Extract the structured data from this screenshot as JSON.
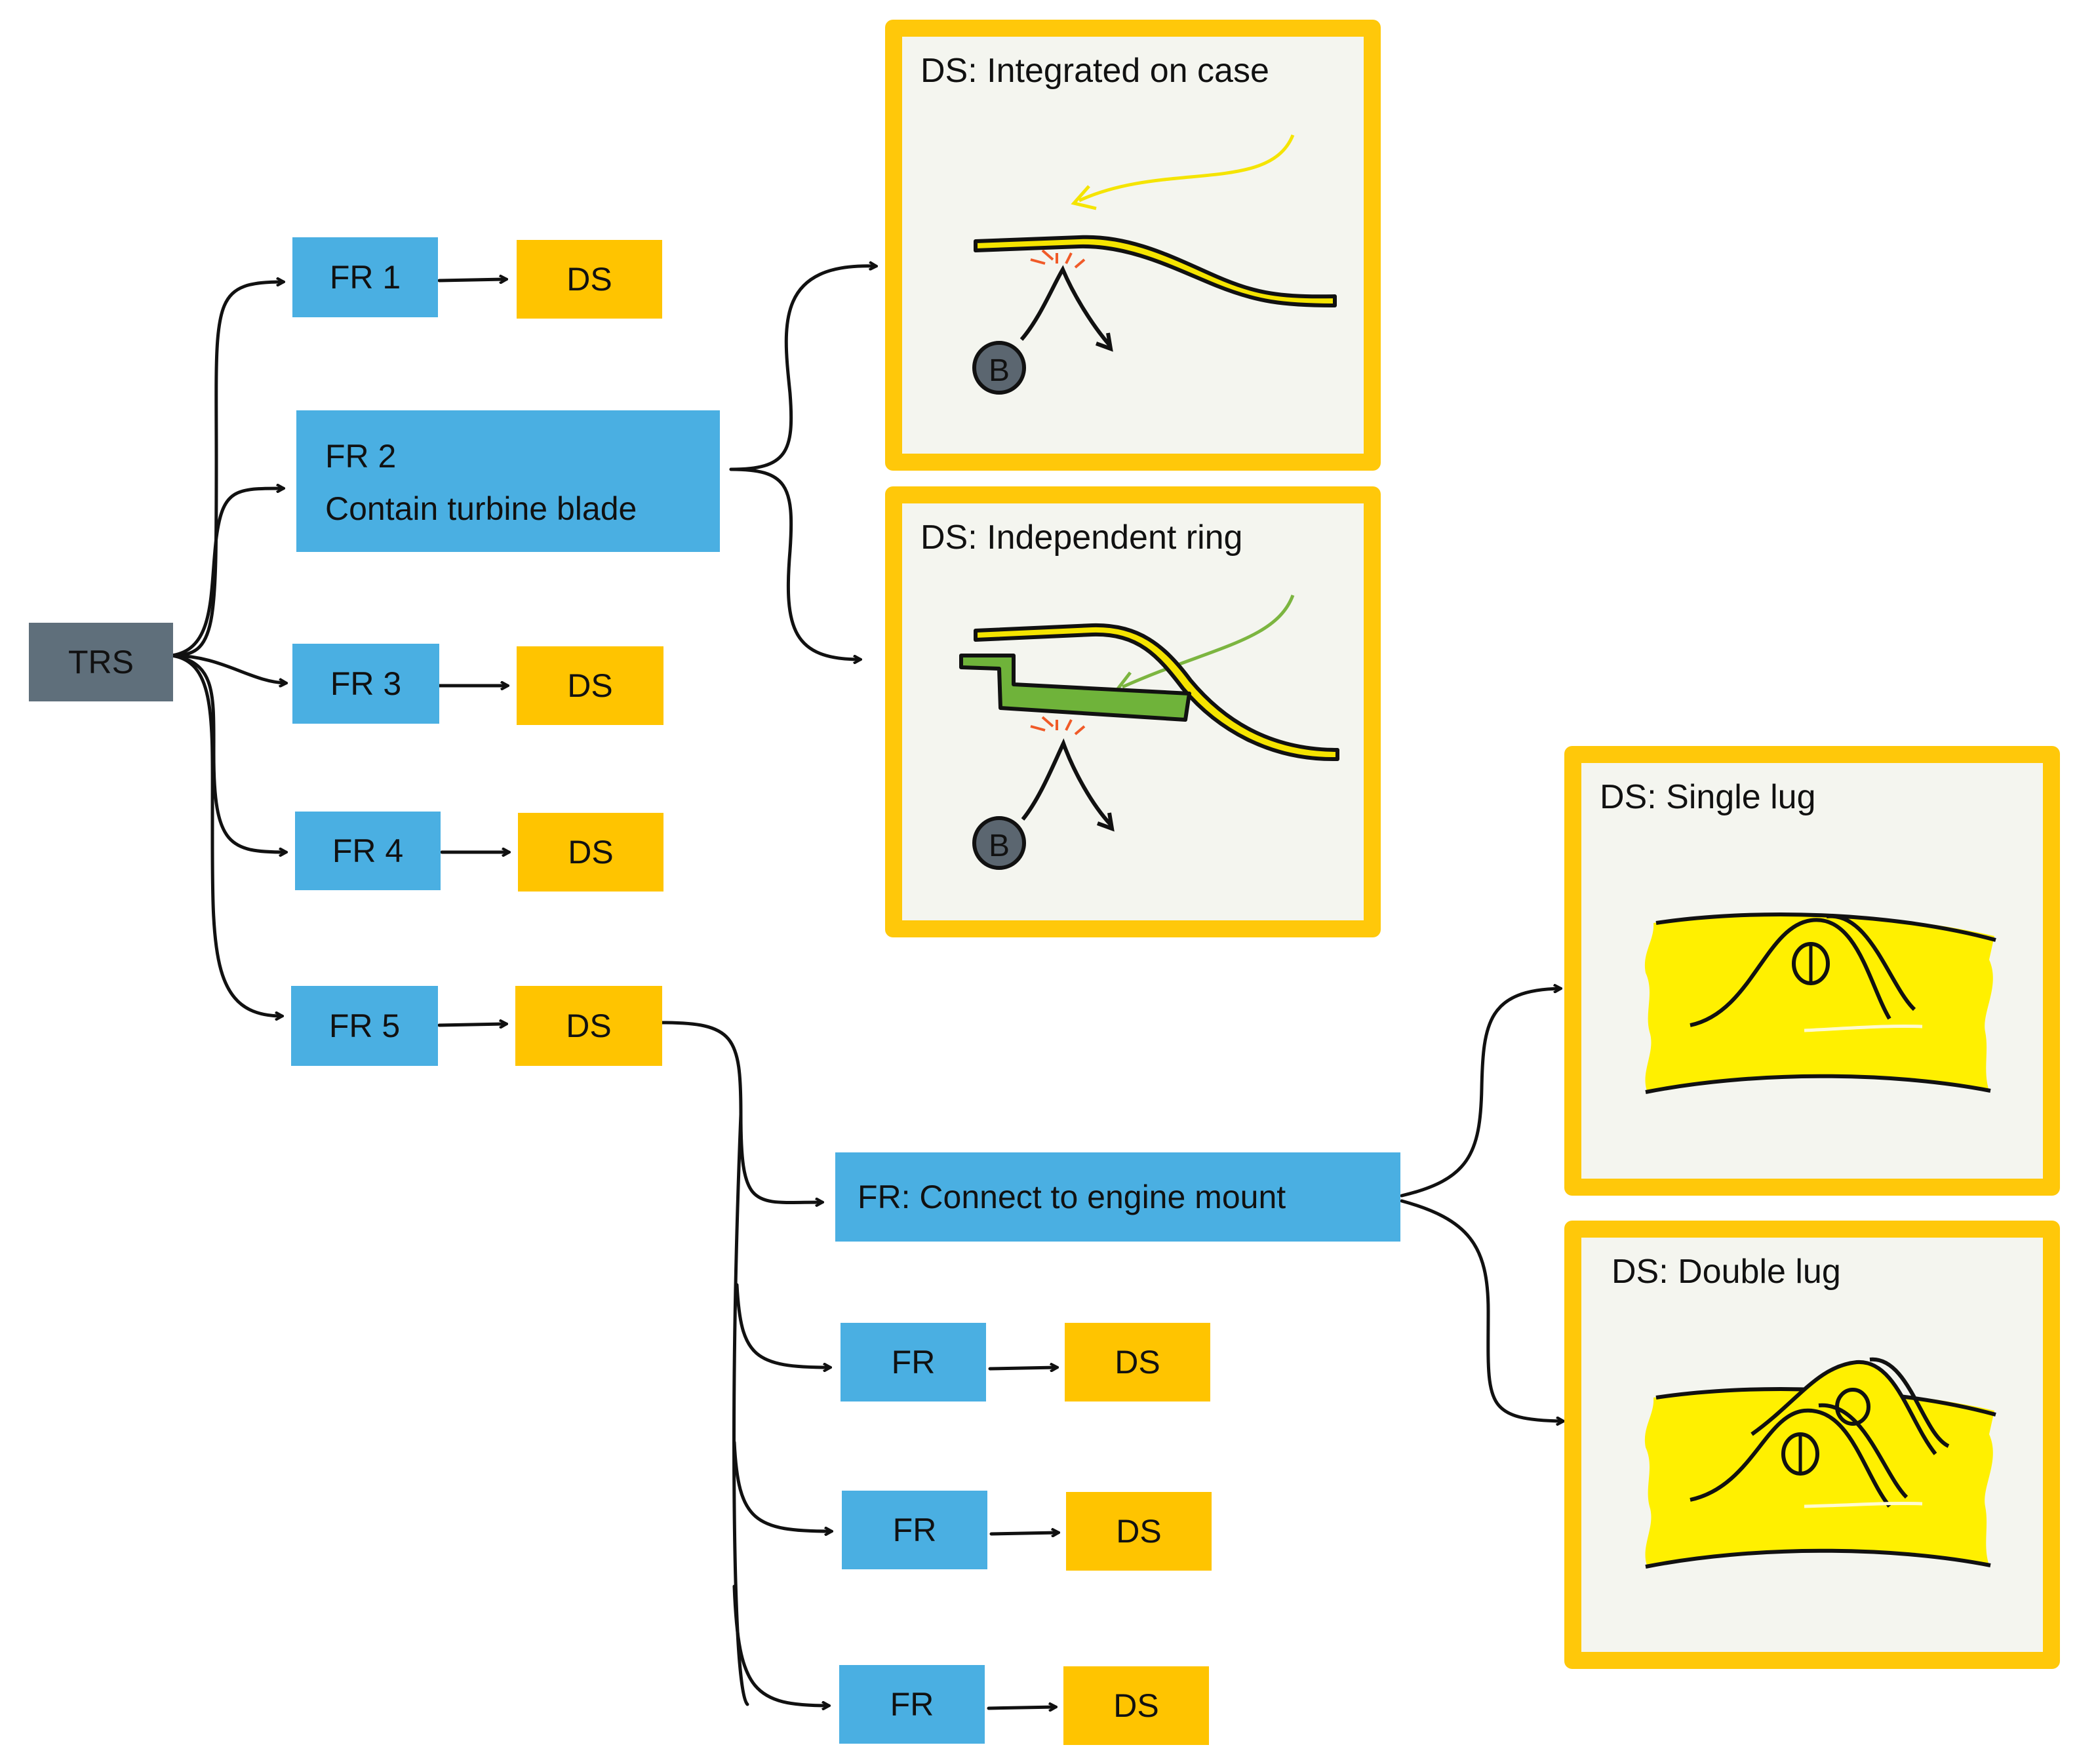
{
  "root": {
    "label": "TRS"
  },
  "level1": [
    {
      "fr": "FR 1",
      "ds": "DS"
    },
    {
      "fr": "FR 2",
      "fr_desc": "Contain turbine blade"
    },
    {
      "fr": "FR 3",
      "ds": "DS"
    },
    {
      "fr": "FR 4",
      "ds": "DS"
    },
    {
      "fr": "FR 5",
      "ds": "DS"
    }
  ],
  "fr2_designs": [
    {
      "title": "DS: Integrated on case",
      "marker": "B"
    },
    {
      "title": "DS: Independent ring",
      "marker": "B"
    }
  ],
  "fr5_children": [
    {
      "fr": "FR: Connect to engine mount"
    },
    {
      "fr": "FR",
      "ds": "DS"
    },
    {
      "fr": "FR",
      "ds": "DS"
    },
    {
      "fr": "FR",
      "ds": "DS"
    }
  ],
  "mount_designs": [
    {
      "title": "DS: Single lug"
    },
    {
      "title": "DS: Double lug"
    }
  ],
  "colors": {
    "root": "#5f6f7b",
    "fr": "#4aafe2",
    "ds": "#ffc400",
    "card_border": "#ffc80a",
    "card_bg": "#f4f5ef",
    "lug_yellow": "#fff000",
    "ring_green": "#6fb33a"
  }
}
